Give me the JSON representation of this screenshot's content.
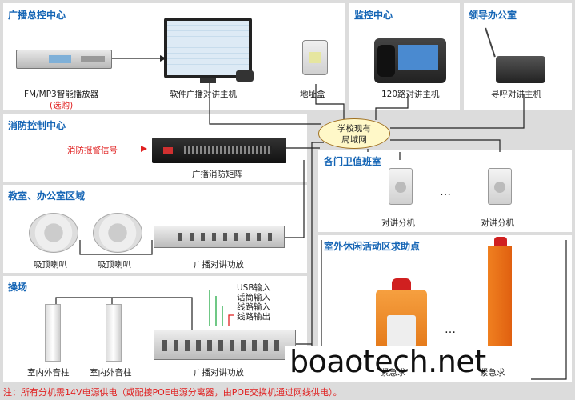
{
  "sections": {
    "broadcast_center": "广播总控中心",
    "monitor_center": "监控中心",
    "leader_office": "领导办公室",
    "fire_center": "消防控制中心",
    "classroom": "教室、办公室区域",
    "playground": "操场",
    "guard_room": "各门卫值班室",
    "outdoor_help": "室外休闲活动区求助点"
  },
  "devices": {
    "fm_player": "FM/MP3智能播放器",
    "optional": "(选购)",
    "software_host": "软件广播对讲主机",
    "address_box": "地址盒",
    "host_120": "120路对讲主机",
    "paging_host": "寻呼对讲主机",
    "fire_matrix": "广播消防矩阵",
    "fire_alarm_signal": "消防报警信号",
    "ceiling_speaker_1": "吸顶喇叭",
    "ceiling_speaker_2": "吸顶喇叭",
    "amp_classroom": "广播对讲功放",
    "column_1": "室内外音柱",
    "column_2": "室内外音柱",
    "amp_playground": "广播对讲功放",
    "extension_1": "对讲分机",
    "extension_2": "对讲分机",
    "ellipsis_1": "…",
    "ellipsis_2": "…",
    "help_cut_1": "紧急求",
    "help_cut_2": "紧急求"
  },
  "network": {
    "line1": "学校现有",
    "line2": "局域网"
  },
  "inputs": [
    "USB输入",
    "话筒输入",
    "线路输入",
    "线路输出"
  ],
  "watermark": "boaotech.net",
  "note": "注：所有分机需14V电源供电（或配接POE电源分离器，由POE交换机通过网线供电）。",
  "colors": {
    "title_blue": "#1565b5",
    "alarm_red": "#e02020",
    "help_orange": "#f07a10",
    "wire": "#222222"
  }
}
